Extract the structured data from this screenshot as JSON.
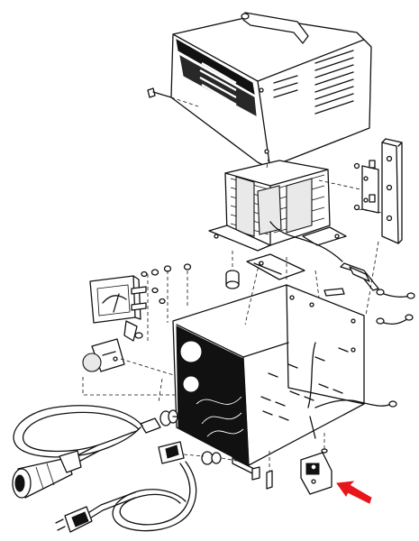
{
  "diagram": {
    "kind": "exploded-parts-view",
    "subject": "battery-charger-assembly",
    "highlight": {
      "color": "#e8161b",
      "pointer_icon": "red-arrow-icon",
      "target": "ac-power-receptacle-assembly"
    },
    "labels": []
  }
}
